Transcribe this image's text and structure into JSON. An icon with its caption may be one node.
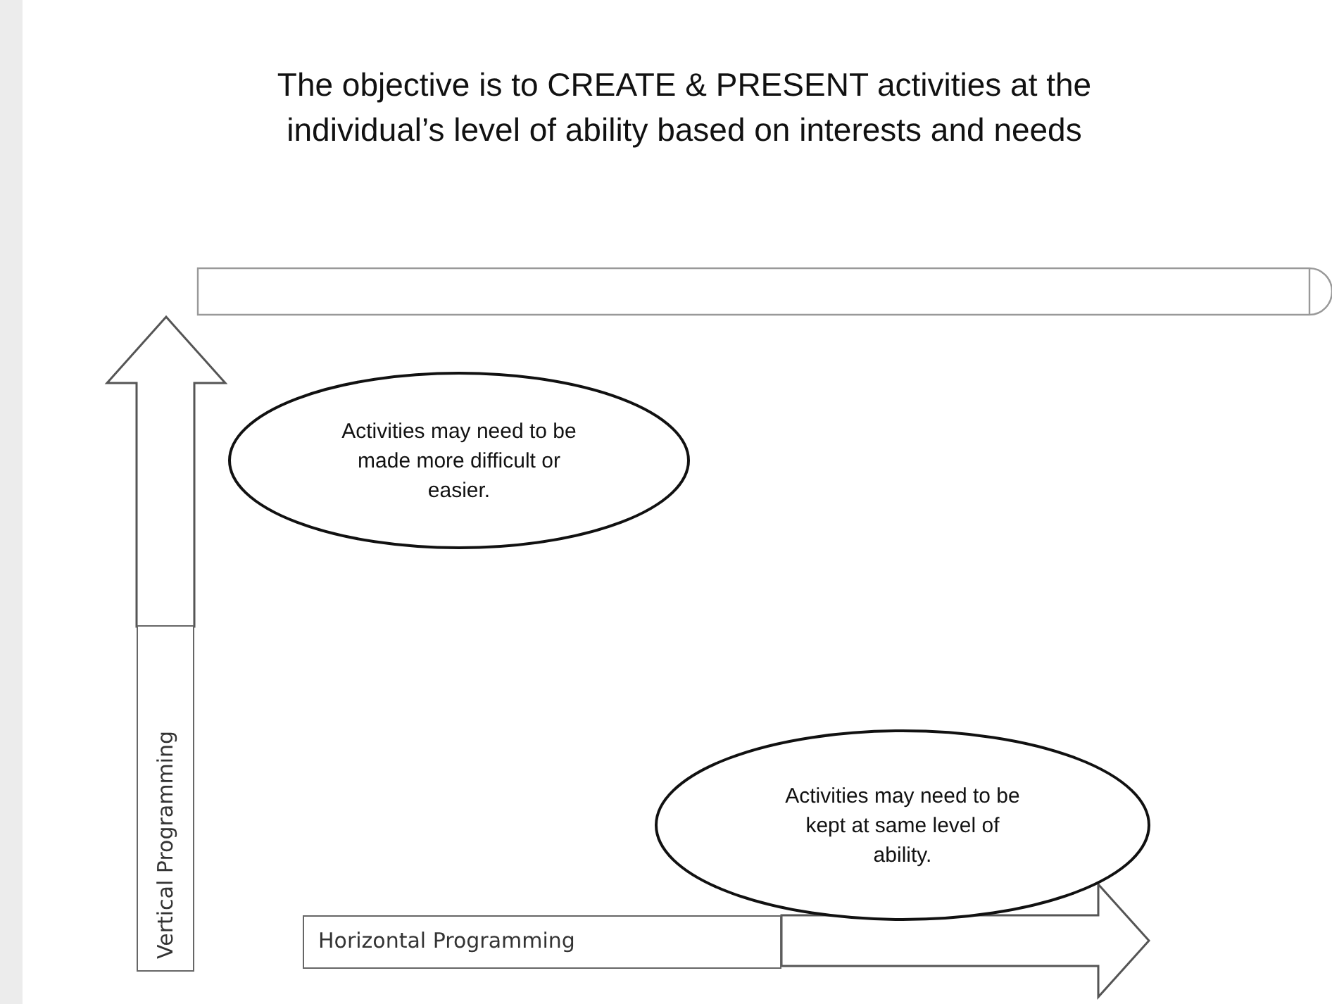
{
  "diagram": {
    "title": "The objective is to CREATE & PRESENT activities at the individual’s level of ability based on interests and needs",
    "nodes": [
      {
        "text": [],
        "shape": "bar"
      },
      {
        "text": [
          "Activities may need to be made more difficult or easier."
        ]
      },
      {
        "text": [
          "Vertical Programming"
        ]
      },
      {
        "text": [
          "Activities may need to be kept at same level of ability."
        ]
      },
      {
        "text": [
          "Horizontal Programming"
        ]
      }
    ],
    "edges": [
      {
        "from": 2,
        "to": 0,
        "arrow": "to"
      },
      {
        "from": 4,
        "to": null,
        "arrow": "to"
      }
    ]
  }
}
